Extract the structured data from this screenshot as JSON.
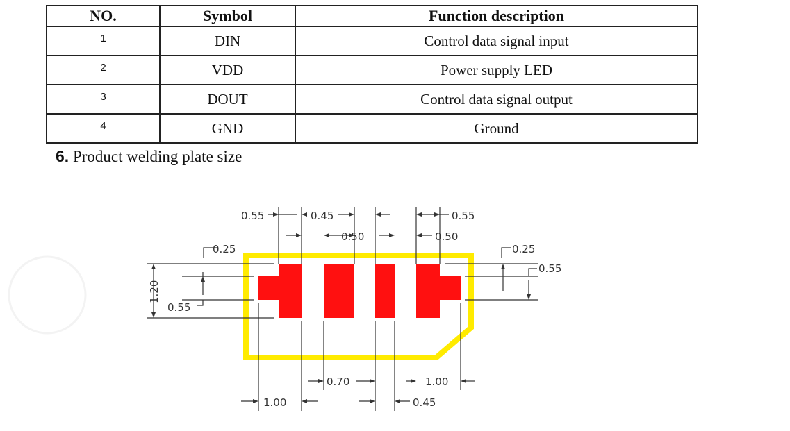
{
  "table": {
    "headers": [
      "NO.",
      "Symbol",
      "Function description"
    ],
    "rows": [
      {
        "no": "1",
        "symbol": "DIN",
        "desc": "Control data signal input"
      },
      {
        "no": "2",
        "symbol": "VDD",
        "desc": "Power supply LED"
      },
      {
        "no": "3",
        "symbol": "DOUT",
        "desc": "Control data signal output"
      },
      {
        "no": "4",
        "symbol": "GND",
        "desc": "Ground"
      }
    ]
  },
  "section": {
    "number": "6.",
    "title": "Product welding plate size"
  },
  "drawing": {
    "colors": {
      "outline": "#ffeb00",
      "pad": "#ff1010",
      "dimension": "#333333"
    },
    "dimensions": {
      "top_left_pad_width": "0.55",
      "top_gap_1": "0.45",
      "top_right_pad_width": "0.55",
      "mid_pad_width": "0.50",
      "right_pad_width": "0.50",
      "left_corner": "0.25",
      "right_corner": "0.25",
      "right_tab_height": "0.55",
      "overall_height": "1.20",
      "left_tab_height": "0.55",
      "bottom_gap_center": "0.70",
      "bottom_right_span": "1.00",
      "bottom_left_span": "1.00",
      "bottom_gap_right": "0.45"
    }
  }
}
